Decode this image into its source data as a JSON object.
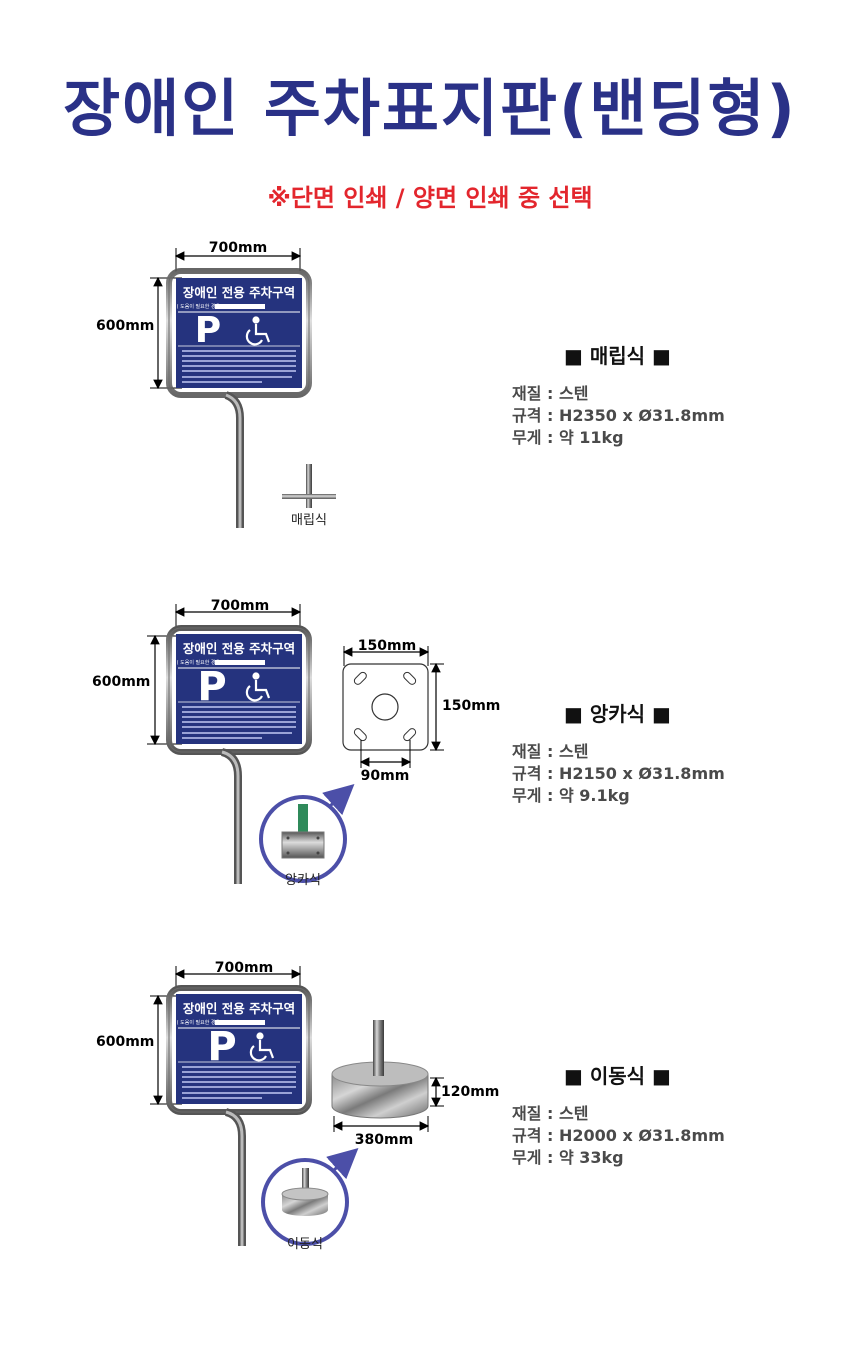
{
  "title": "장애인 주차표지판(밴딩형)",
  "subtitle": "※단면 인쇄 / 양면 인쇄 중 선택",
  "sign": {
    "title": "장애인 전용 주차구역",
    "contact_label": "( 도움이 필요한 경우 :",
    "letter": "P"
  },
  "colors": {
    "title": "#2a3187",
    "subtitle": "#e3262d",
    "sign_blue": "#25337e",
    "ring": "#4c4fa8"
  },
  "products": [
    {
      "type": "매립식",
      "heading": "■ 매립식 ■",
      "width_label": "700mm",
      "height_label": "600mm",
      "base_label": "매립식",
      "specs": [
        "재질 : 스텐",
        "규격 : H2350 x Ø31.8mm",
        "무게 : 약 11kg"
      ]
    },
    {
      "type": "앙카식",
      "heading": "■ 앙카식 ■",
      "width_label": "700mm",
      "height_label": "600mm",
      "base_label": "앙카식",
      "plate_w_label": "150mm",
      "plate_h_label": "150mm",
      "hole_gap_label": "90mm",
      "specs": [
        "재질 : 스텐",
        "규격 : H2150 x Ø31.8mm",
        "무게 : 약 9.1kg"
      ]
    },
    {
      "type": "이동식",
      "heading": "■ 이동식 ■",
      "width_label": "700mm",
      "height_label": "600mm",
      "base_label": "이동식",
      "base_h_label": "120mm",
      "base_w_label": "380mm",
      "specs": [
        "재질 : 스텐",
        "규격 : H2000 x Ø31.8mm",
        "무게 : 약 33kg"
      ]
    }
  ]
}
